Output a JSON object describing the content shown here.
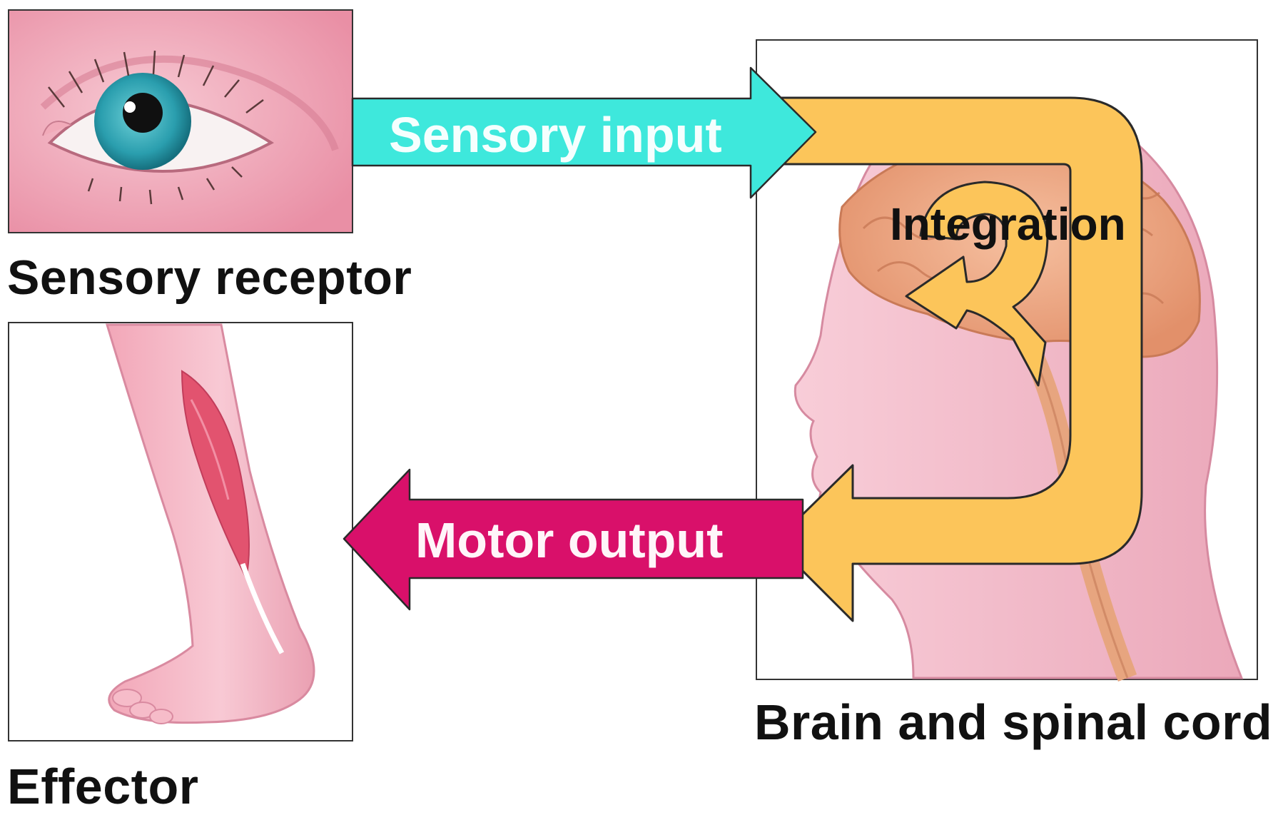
{
  "labels": {
    "sensory_receptor": "Sensory receptor",
    "effector": "Effector",
    "brain_spinal_cord": "Brain and spinal cord",
    "sensory_input": "Sensory input",
    "integration": "Integration",
    "motor_output": "Motor output"
  },
  "colors": {
    "sensory_arrow": "#3ee8dc",
    "motor_arrow": "#d9106a",
    "integration_arrow": "#fcc55a",
    "skin": "#f4b7c4",
    "iris": "#2a9eae",
    "muscle": "#e2536f",
    "brain": "#f0a877"
  },
  "icons": {
    "receptor": "eye-illustration",
    "effector": "leg-muscle-illustration",
    "center": "head-brain-illustration"
  }
}
